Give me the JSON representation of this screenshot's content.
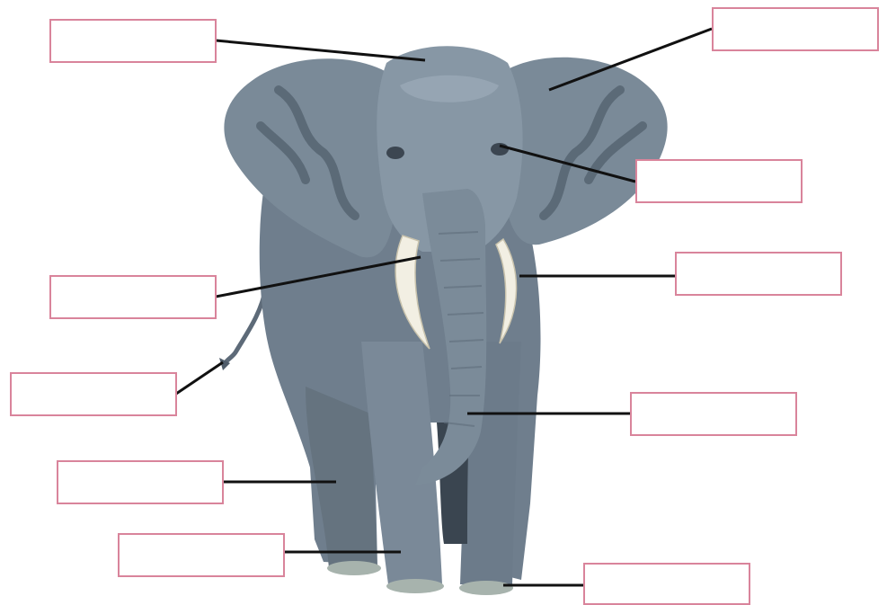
{
  "diagram": {
    "subject_icon": "elephant-illustration",
    "box_border_color": "#d9849b",
    "leader_line_color": "#111111",
    "body_colors": {
      "skin": "#6f7e8d",
      "skin_dark": "#4f5c6a",
      "skin_light": "#93a3b1",
      "tusk": "#f2efe3",
      "foot": "#a7b3ad"
    },
    "labels": [
      {
        "id": "forehead",
        "value": ""
      },
      {
        "id": "ear",
        "value": ""
      },
      {
        "id": "eye",
        "value": ""
      },
      {
        "id": "mouth",
        "value": ""
      },
      {
        "id": "tusk",
        "value": ""
      },
      {
        "id": "tail",
        "value": ""
      },
      {
        "id": "trunk",
        "value": ""
      },
      {
        "id": "front-leg",
        "value": ""
      },
      {
        "id": "hind-leg",
        "value": ""
      },
      {
        "id": "toenail",
        "value": ""
      }
    ]
  }
}
